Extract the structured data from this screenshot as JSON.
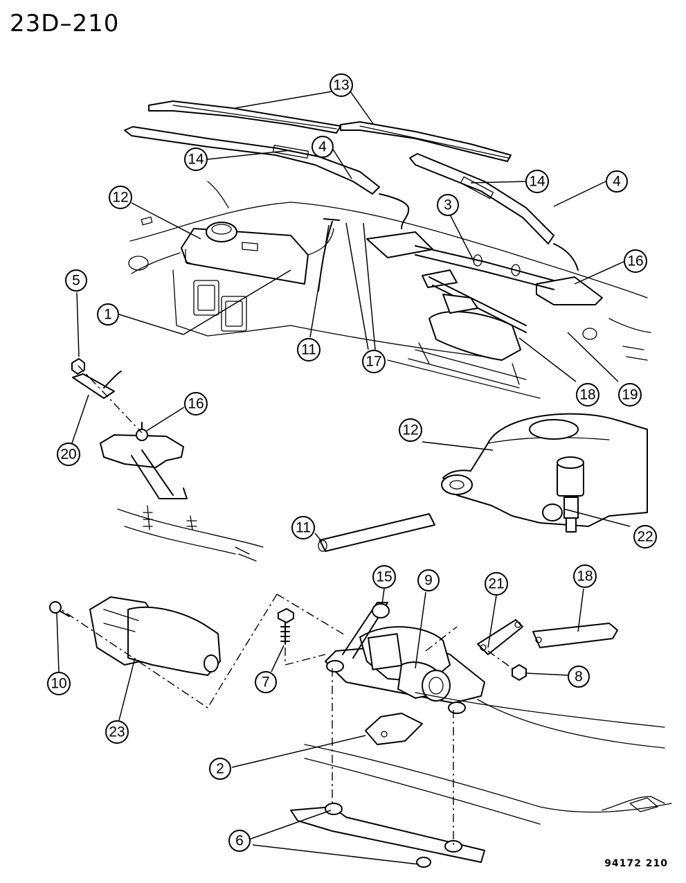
{
  "header": {
    "page_id": "23D–210"
  },
  "footer": {
    "ref_code": "94172 210"
  },
  "callouts": [
    {
      "key": "c13",
      "label": "13"
    },
    {
      "key": "c14a",
      "label": "14"
    },
    {
      "key": "c4a",
      "label": "4"
    },
    {
      "key": "c14b",
      "label": "14"
    },
    {
      "key": "c4b",
      "label": "4"
    },
    {
      "key": "c12a",
      "label": "12"
    },
    {
      "key": "c3",
      "label": "3"
    },
    {
      "key": "c16a",
      "label": "16"
    },
    {
      "key": "c5",
      "label": "5"
    },
    {
      "key": "c1",
      "label": "1"
    },
    {
      "key": "c11a",
      "label": "11"
    },
    {
      "key": "c17",
      "label": "17"
    },
    {
      "key": "c18a",
      "label": "18"
    },
    {
      "key": "c19",
      "label": "19"
    },
    {
      "key": "c20",
      "label": "20"
    },
    {
      "key": "c16b",
      "label": "16"
    },
    {
      "key": "c12b",
      "label": "12"
    },
    {
      "key": "c11b",
      "label": "11"
    },
    {
      "key": "c22",
      "label": "22"
    },
    {
      "key": "c15",
      "label": "15"
    },
    {
      "key": "c9",
      "label": "9"
    },
    {
      "key": "c21",
      "label": "21"
    },
    {
      "key": "c18b",
      "label": "18"
    },
    {
      "key": "c10",
      "label": "10"
    },
    {
      "key": "c7",
      "label": "7"
    },
    {
      "key": "c8",
      "label": "8"
    },
    {
      "key": "c23",
      "label": "23"
    },
    {
      "key": "c2",
      "label": "2"
    },
    {
      "key": "c6",
      "label": "6"
    }
  ]
}
